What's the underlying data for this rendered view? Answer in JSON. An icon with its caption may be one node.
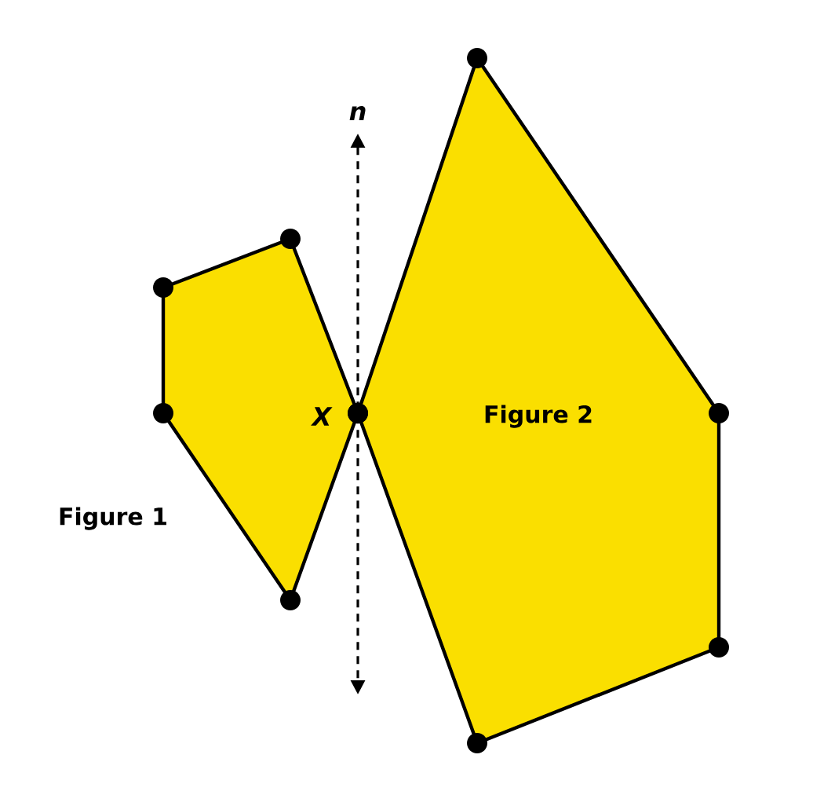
{
  "diagram": {
    "nodes": [
      {
        "text": [
          "Figure 1"
        ]
      },
      {
        "text": [
          "Figure 2"
        ]
      }
    ],
    "labels": [
      "n",
      "X"
    ]
  }
}
